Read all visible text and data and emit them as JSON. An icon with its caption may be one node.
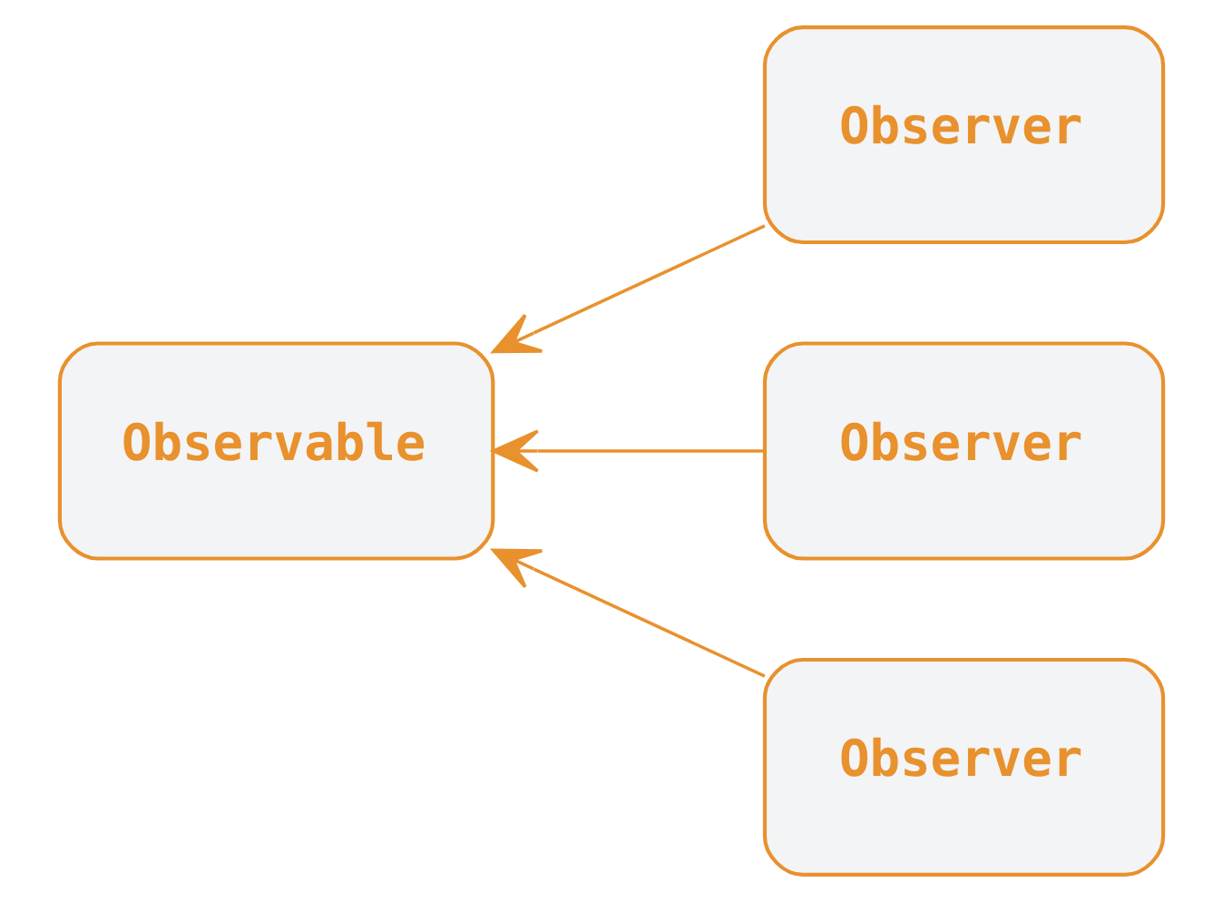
{
  "diagram": {
    "nodes": [
      {
        "text": [
          "Observable"
        ]
      },
      {
        "text": [
          "Observer"
        ]
      },
      {
        "text": [
          "Observer"
        ]
      },
      {
        "text": [
          "Observer"
        ]
      }
    ],
    "edges": [
      {
        "from": 1,
        "to": 0,
        "arrow": "to"
      },
      {
        "from": 2,
        "to": 0,
        "arrow": "to"
      },
      {
        "from": 3,
        "to": 0,
        "arrow": "to"
      }
    ]
  }
}
